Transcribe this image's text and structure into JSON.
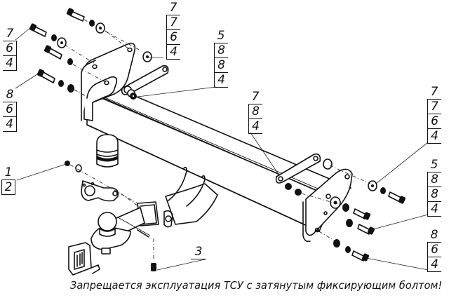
{
  "diagram": {
    "title": "Tow hitch (TSU) exploded assembly view",
    "warning_text": "Запрещается эксплуатация ТСУ с затянутым фиксирующим болтом!",
    "callouts": [
      {
        "id": "top-left-bolt-upper",
        "items": [
          "7",
          "6",
          "4"
        ]
      },
      {
        "id": "top-left-bolt-lower",
        "items": [
          "8",
          "6",
          "4"
        ]
      },
      {
        "id": "top-bracket-upper",
        "items": [
          "7",
          "7",
          "6",
          "4"
        ]
      },
      {
        "id": "top-bracket-plate",
        "items": [
          "5",
          "8",
          "8",
          "4"
        ]
      },
      {
        "id": "right-strap",
        "items": [
          "7",
          "8",
          "4"
        ]
      },
      {
        "id": "right-bracket-upper",
        "items": [
          "7",
          "7",
          "6",
          "4"
        ]
      },
      {
        "id": "right-bracket-middle",
        "items": [
          "5",
          "8",
          "8",
          "4"
        ]
      },
      {
        "id": "right-bracket-lower",
        "items": [
          "8",
          "6",
          "4"
        ]
      },
      {
        "id": "socket-nut",
        "items": [
          "1",
          "2"
        ]
      },
      {
        "id": "locking-bolt",
        "items": [
          "3"
        ]
      }
    ],
    "parts": [
      "main-crossbeam",
      "left-mounting-bracket",
      "right-mounting-bracket",
      "tow-ball-mount",
      "tow-ball",
      "ball-cap",
      "socket-bracket",
      "receiver-plug",
      "locking-bolt",
      "bolts",
      "washers",
      "nuts",
      "strap-plates"
    ]
  }
}
